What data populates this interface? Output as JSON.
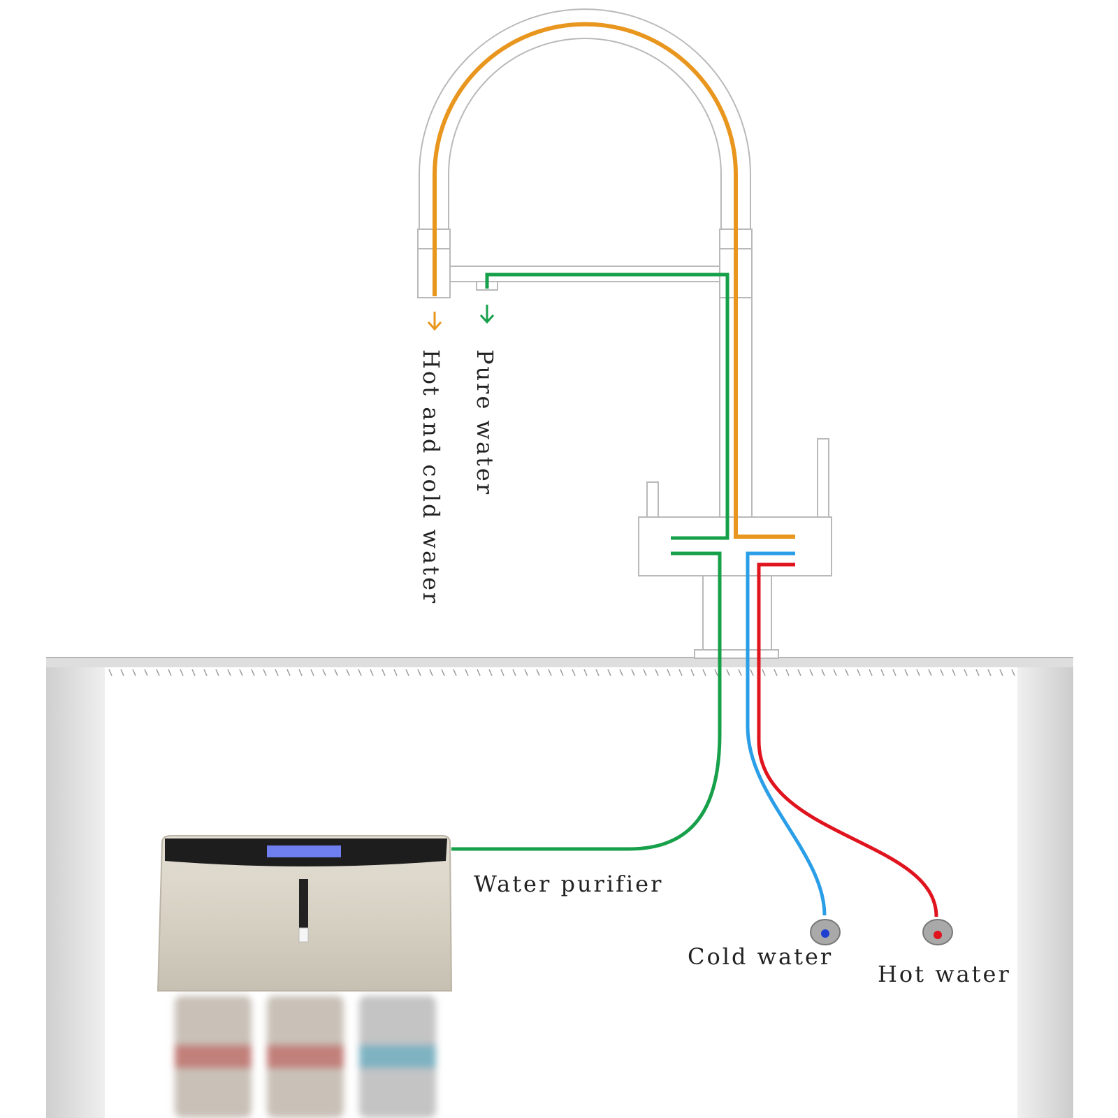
{
  "labels": {
    "hot_and_cold_water": "Hot and cold water",
    "pure_water": "Pure water",
    "water_purifier": "Water purifier",
    "cold_water": "Cold water",
    "hot_water": "Hot water"
  },
  "colors": {
    "hot_cold_line": "#e8961e",
    "pure_line": "#17a04a",
    "cold_line": "#2b9ee8",
    "hot_line": "#e0141e"
  },
  "icons": [
    "down-arrow-icon",
    "valve-icon"
  ]
}
